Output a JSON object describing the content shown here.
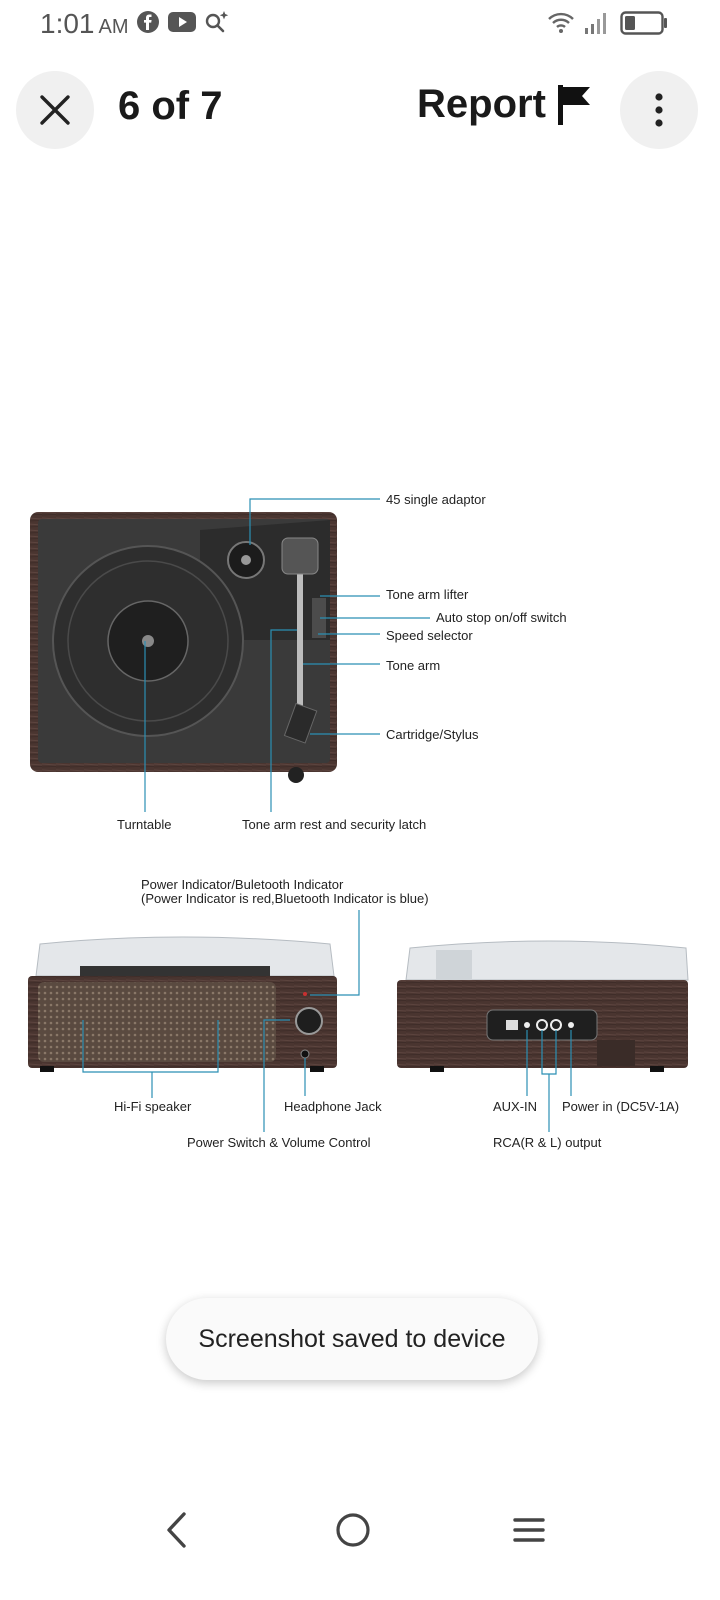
{
  "status_bar": {
    "time": "1:01",
    "ampm": "AM",
    "icons_left": [
      "facebook-icon",
      "youtube-icon",
      "search-sparkle-icon"
    ],
    "icons_right": [
      "wifi-icon",
      "signal-icon",
      "battery-icon"
    ]
  },
  "top_bar": {
    "close_icon": "close-icon",
    "page_counter": "6 of 7",
    "report_label": "Report",
    "report_icon": "flag-icon",
    "more_icon": "more-vert-icon"
  },
  "product_image": {
    "callouts": {
      "adaptor": "45 single adaptor",
      "tone_arm_lifter": "Tone arm lifter",
      "auto_stop": "Auto stop on/off switch",
      "speed_selector": "Speed selector",
      "tone_arm": "Tone arm",
      "cartridge": "Cartridge/Stylus",
      "turntable": "Turntable",
      "tone_arm_rest": "Tone arm rest and security latch",
      "power_indicator": "Power Indicator/Buletooth Indicator",
      "power_indicator_note": "(Power Indicator is red,Bluetooth Indicator is blue)",
      "hifi_speaker": "Hi-Fi speaker",
      "headphone_jack": "Headphone Jack",
      "power_switch": "Power Switch & Volume Control",
      "aux_in": "AUX-IN",
      "power_in": "Power in (DC5V-1A)",
      "rca_output": "RCA(R & L) output"
    }
  },
  "toast": {
    "message": "Screenshot saved to device"
  },
  "nav_bar": {
    "back_icon": "back-chevron-icon",
    "home_icon": "home-circle-icon",
    "menu_icon": "menu-lines-icon"
  },
  "colors": {
    "callout_line": "#2b8fb3",
    "wood": "#4a3530",
    "deck": "#3a3a3a",
    "button_bg": "#f0f0f0"
  }
}
